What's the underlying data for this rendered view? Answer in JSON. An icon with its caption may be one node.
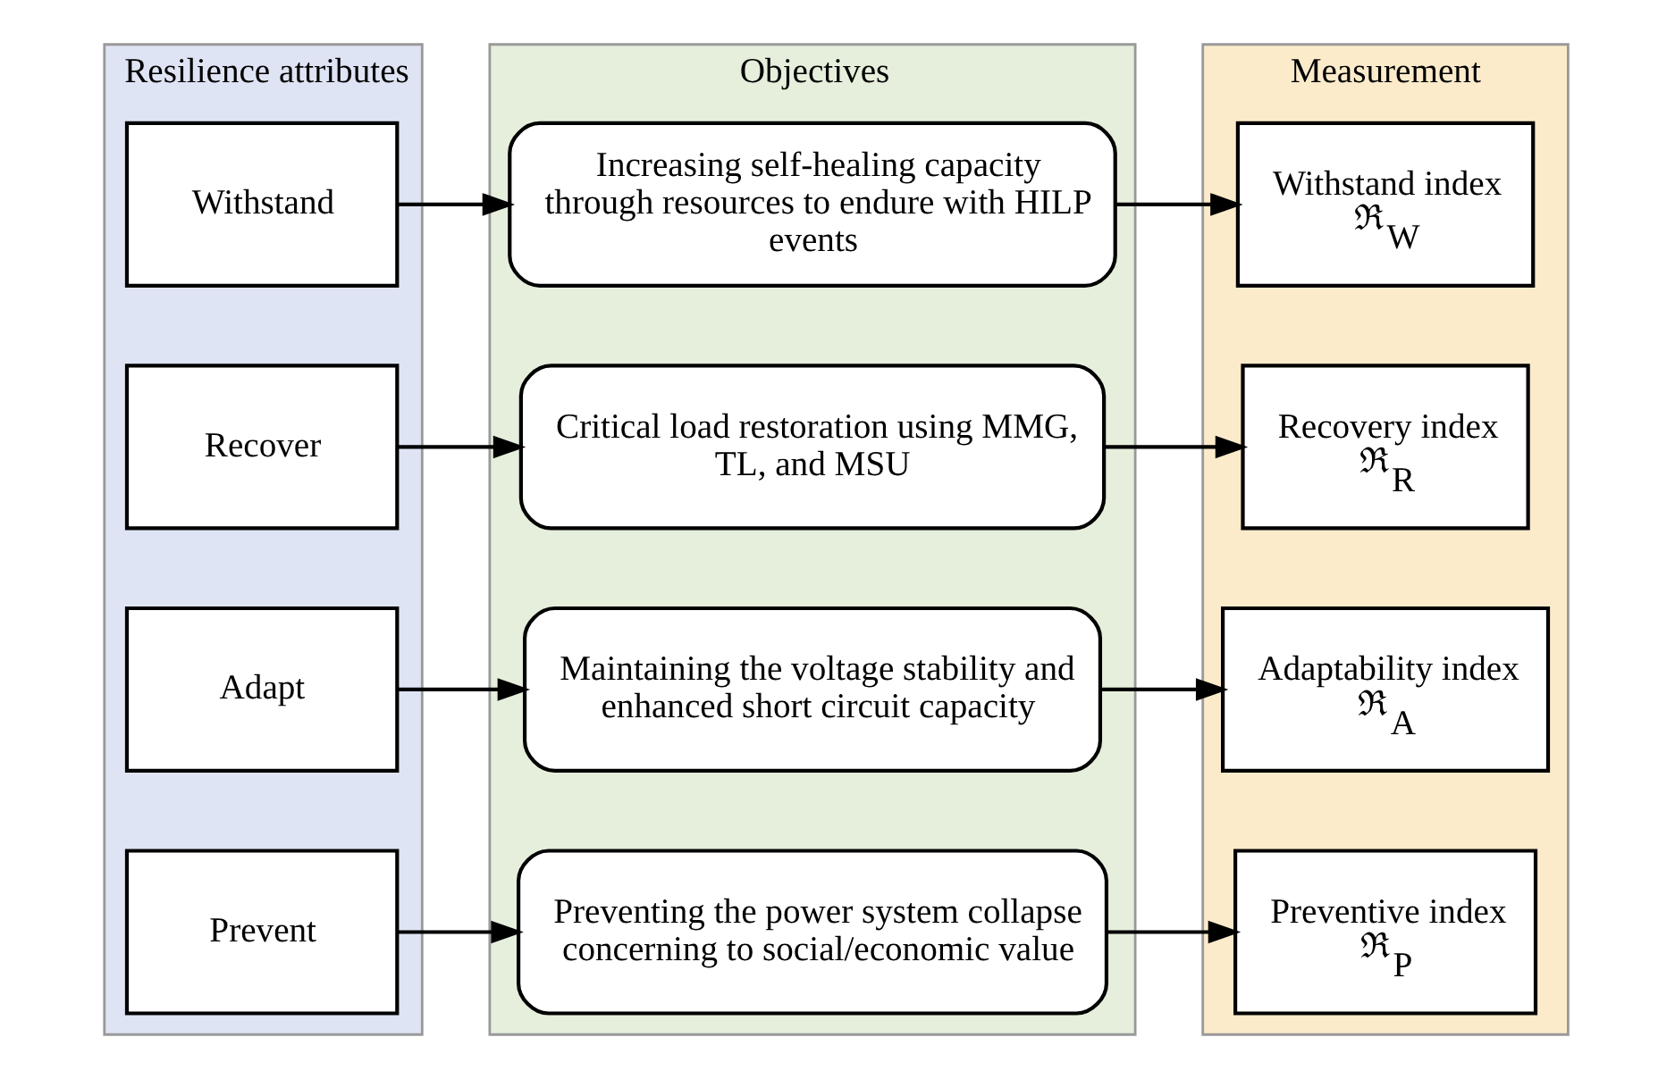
{
  "diagram": {
    "nodes": [
      {
        "text": [
          "Resilience attributes"
        ]
      },
      {
        "text": [
          "Withstand"
        ],
        "in": 0
      },
      {
        "text": [
          "Recover"
        ],
        "in": 0
      },
      {
        "text": [
          "Adapt"
        ],
        "in": 0
      },
      {
        "text": [
          "Prevent"
        ],
        "in": 0
      },
      {
        "text": [
          "Objectives"
        ]
      },
      {
        "text": [
          "Increasing self-healing capacity through resources to endure with HILP events"
        ],
        "in": 5
      },
      {
        "text": [
          "Critical load restoration using MMG, TL, and MSU"
        ],
        "in": 5
      },
      {
        "text": [
          "Maintaining the voltage stability and enhanced short circuit capacity"
        ],
        "in": 5
      },
      {
        "text": [
          "Preventing the power system collapse concerning to social/economic value"
        ],
        "in": 5
      },
      {
        "text": [
          "Measurement"
        ]
      },
      {
        "text": [
          "Withstand index",
          "ℜ$_{W}$"
        ],
        "in": 10
      },
      {
        "text": [
          "Recovery index",
          "ℜ$_{R}$"
        ],
        "in": 10
      },
      {
        "text": [
          "Adaptability index",
          "ℜ$_{A}$"
        ],
        "in": 10
      },
      {
        "text": [
          "Preventive index",
          "ℜ$_{P}$"
        ],
        "in": 10
      }
    ],
    "edges": [
      {
        "from": 1,
        "to": 6,
        "arrow": "to"
      },
      {
        "from": 6,
        "to": 11,
        "arrow": "to"
      },
      {
        "from": 2,
        "to": 7,
        "arrow": "to"
      },
      {
        "from": 7,
        "to": 12,
        "arrow": "to"
      },
      {
        "from": 3,
        "to": 8,
        "arrow": "to"
      },
      {
        "from": 8,
        "to": 13,
        "arrow": "to"
      },
      {
        "from": 4,
        "to": 9,
        "arrow": "to"
      },
      {
        "from": 9,
        "to": 14,
        "arrow": "to"
      }
    ]
  }
}
